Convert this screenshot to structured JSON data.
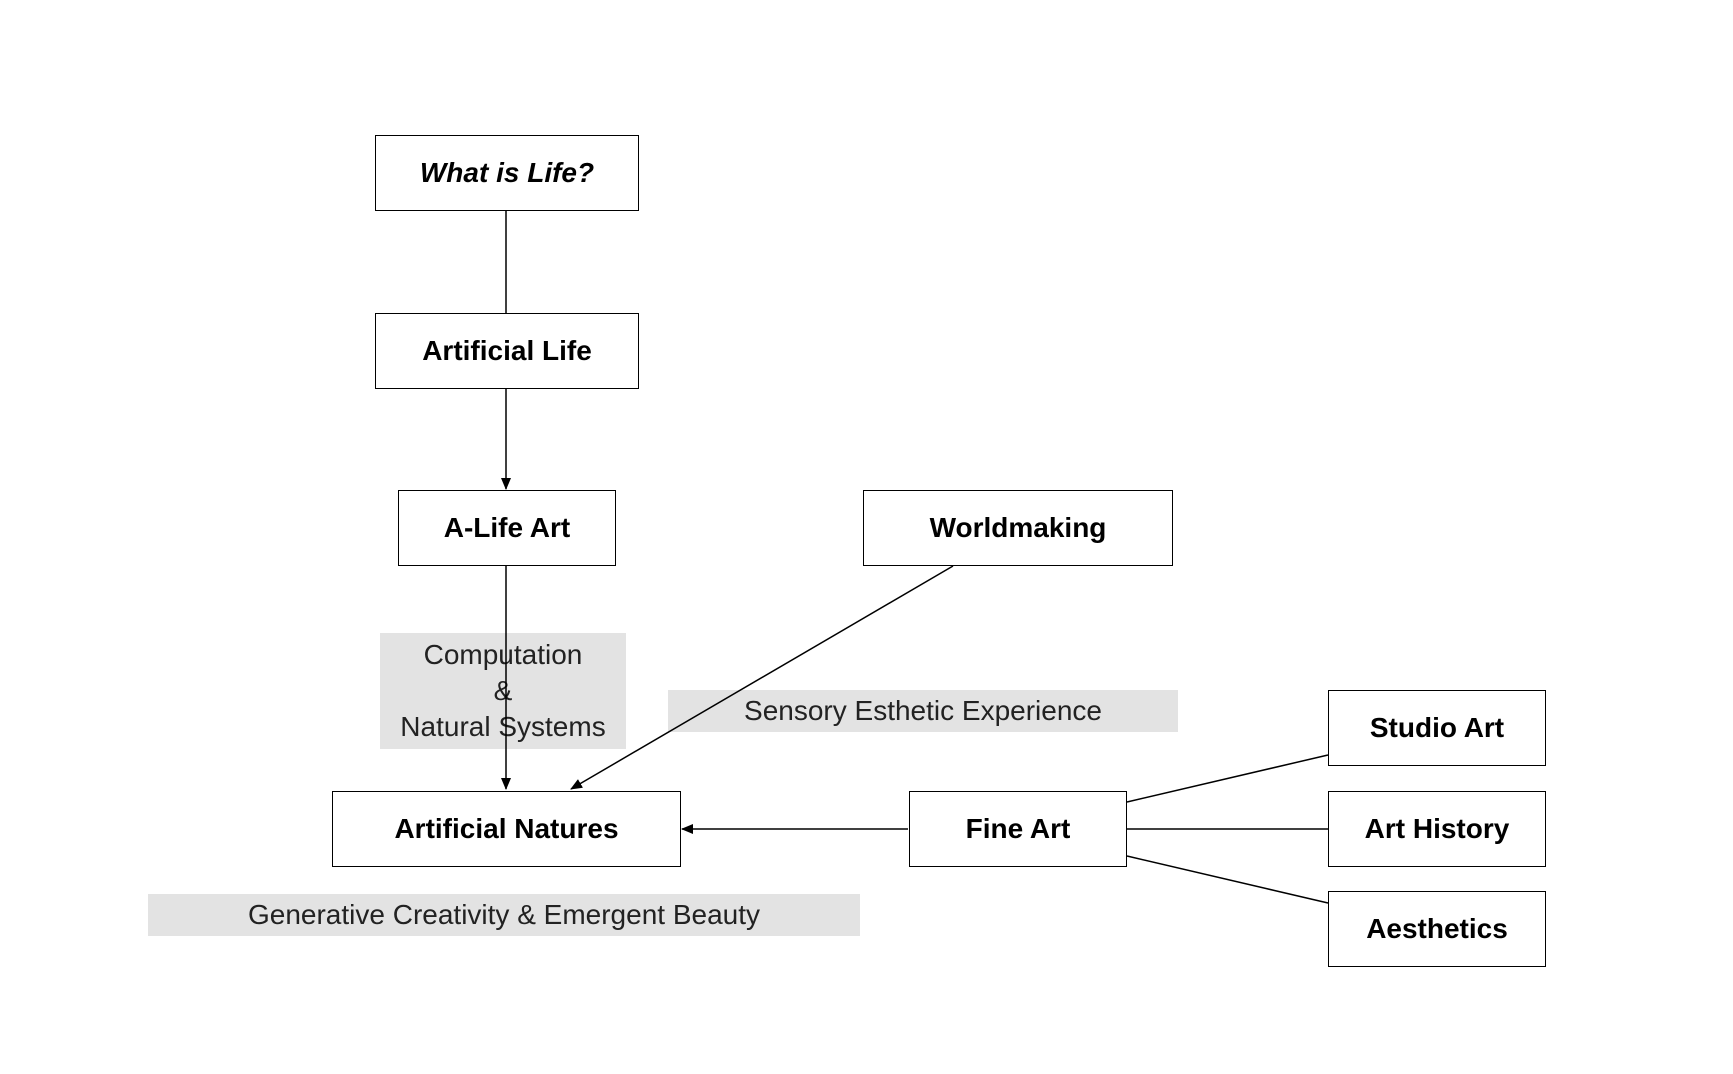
{
  "nodes": {
    "what_is_life": "What is Life?",
    "artificial_life": "Artificial Life",
    "a_life_art": "A-Life Art",
    "worldmaking": "Worldmaking",
    "artificial_natures": "Artificial Natures",
    "fine_art": "Fine Art",
    "studio_art": "Studio Art",
    "art_history": "Art History",
    "aesthetics": "Aesthetics"
  },
  "labels": {
    "computation": {
      "line1": "Computation",
      "line2": "&",
      "line3": "Natural Systems"
    },
    "sensory": "Sensory Esthetic Experience",
    "generative": "Generative Creativity & Emergent Beauty"
  },
  "colors": {
    "label_background": "#e3e3e3",
    "line": "#000000",
    "node_border": "#000000"
  }
}
